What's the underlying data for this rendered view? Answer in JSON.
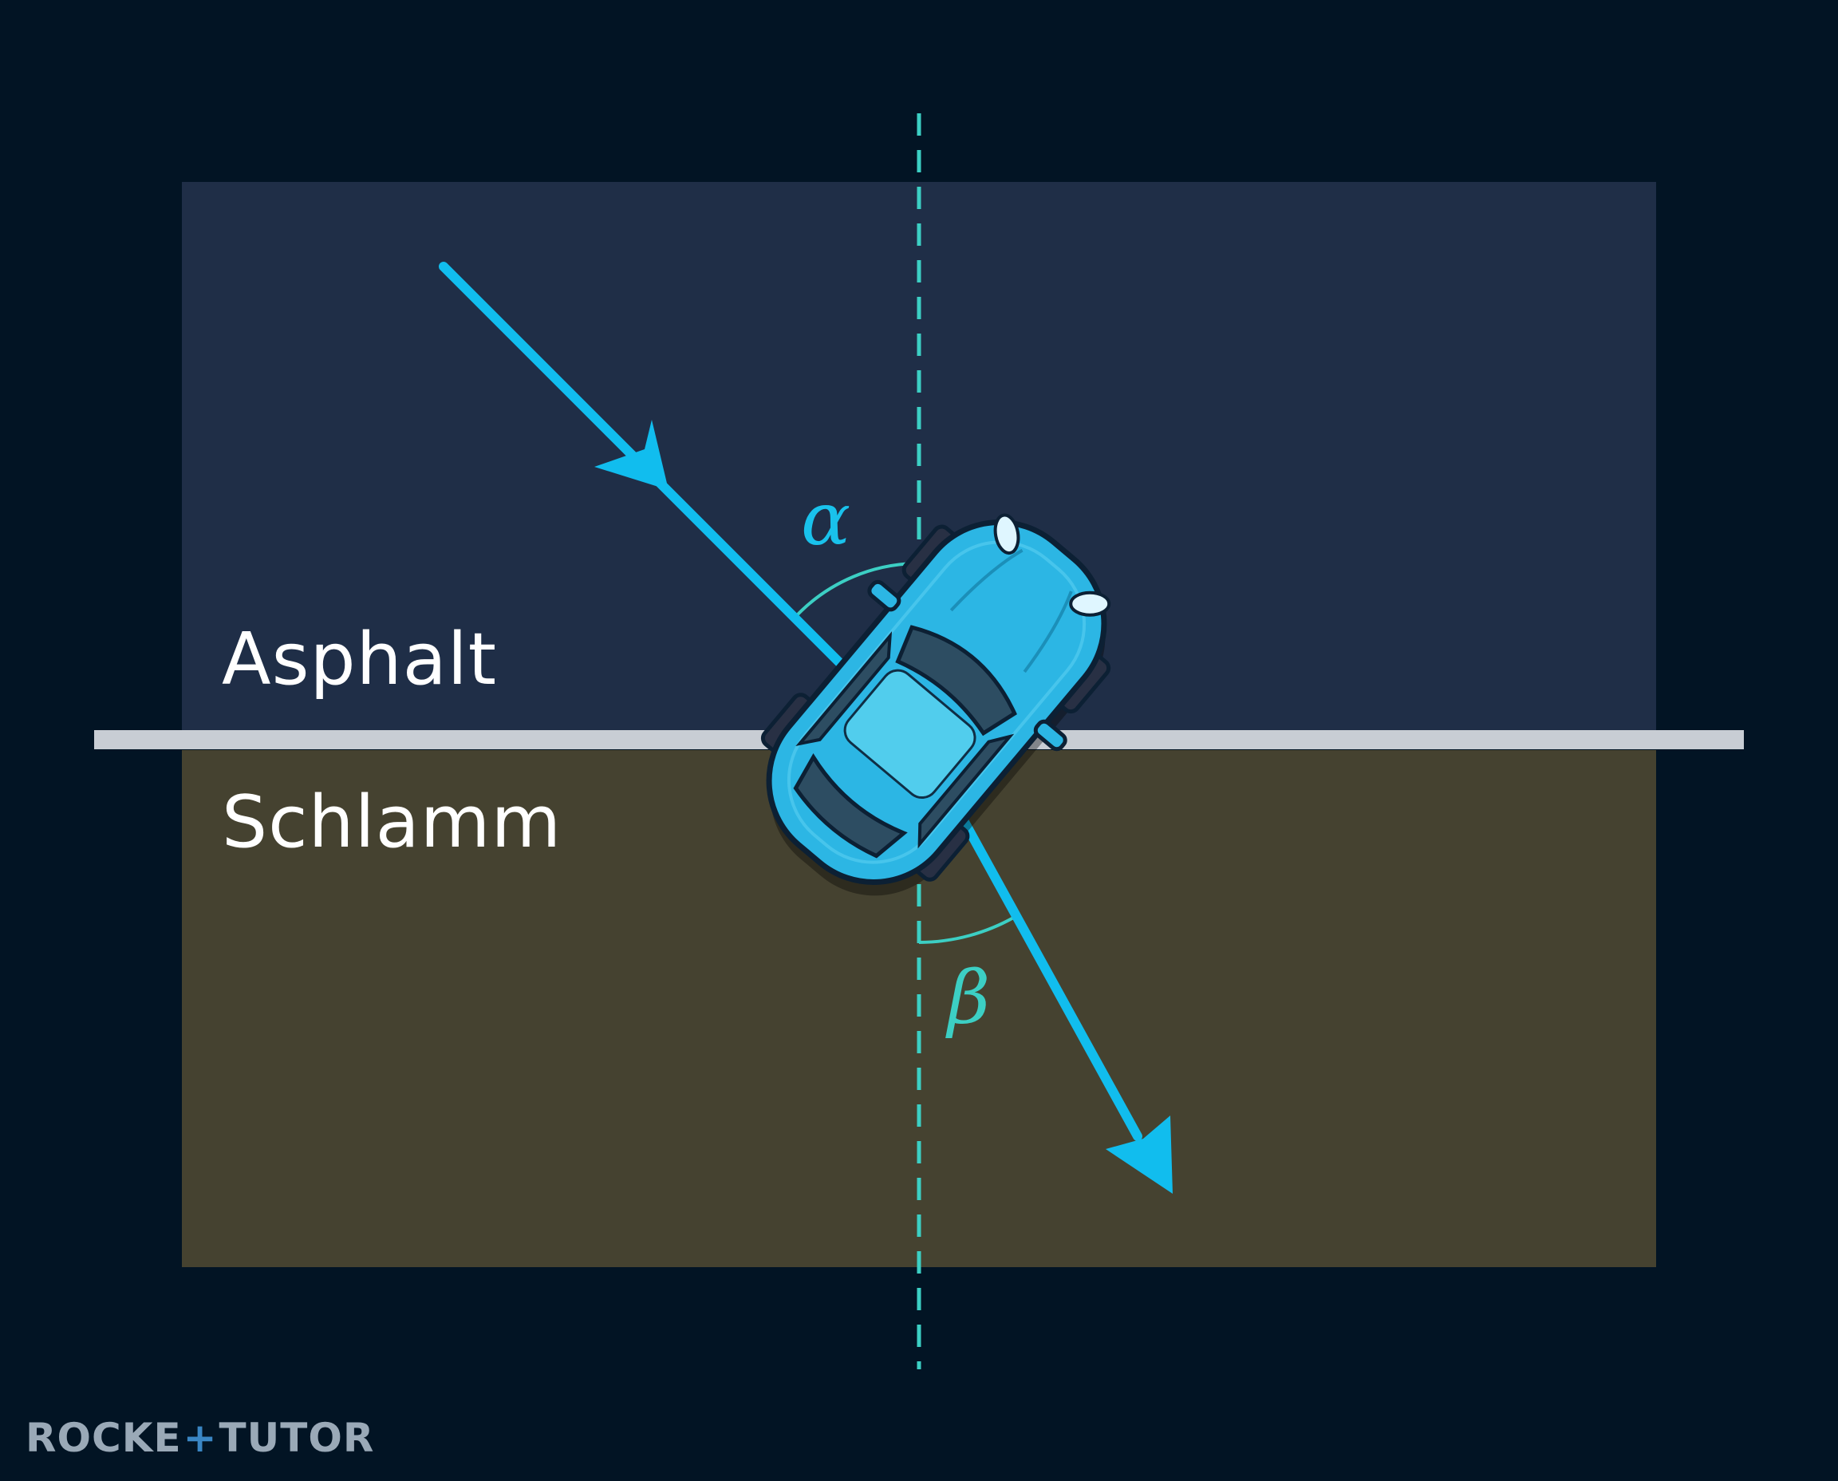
{
  "diagram": {
    "regions": {
      "top": {
        "label": "Asphalt",
        "color": "#1f2e47"
      },
      "bottom": {
        "label": "Schlamm",
        "color": "#454230"
      }
    },
    "angles": {
      "incidence": {
        "symbol": "α",
        "color": "#19c2ec"
      },
      "refraction": {
        "symbol": "β",
        "color": "#3ccfc4"
      }
    },
    "colors": {
      "background": "#021424",
      "boundary": "#c8cdd4",
      "normal_line": "#3ccfc4",
      "ray": "#11bdee",
      "car_body": "#2cb6e4",
      "car_window": "#2d4d62",
      "car_outline": "#0c2034"
    },
    "icons": {
      "vehicle": "car-icon"
    }
  },
  "branding": {
    "logo_left": "ROCKE",
    "logo_mark": "+",
    "logo_right": "TUTOR"
  }
}
